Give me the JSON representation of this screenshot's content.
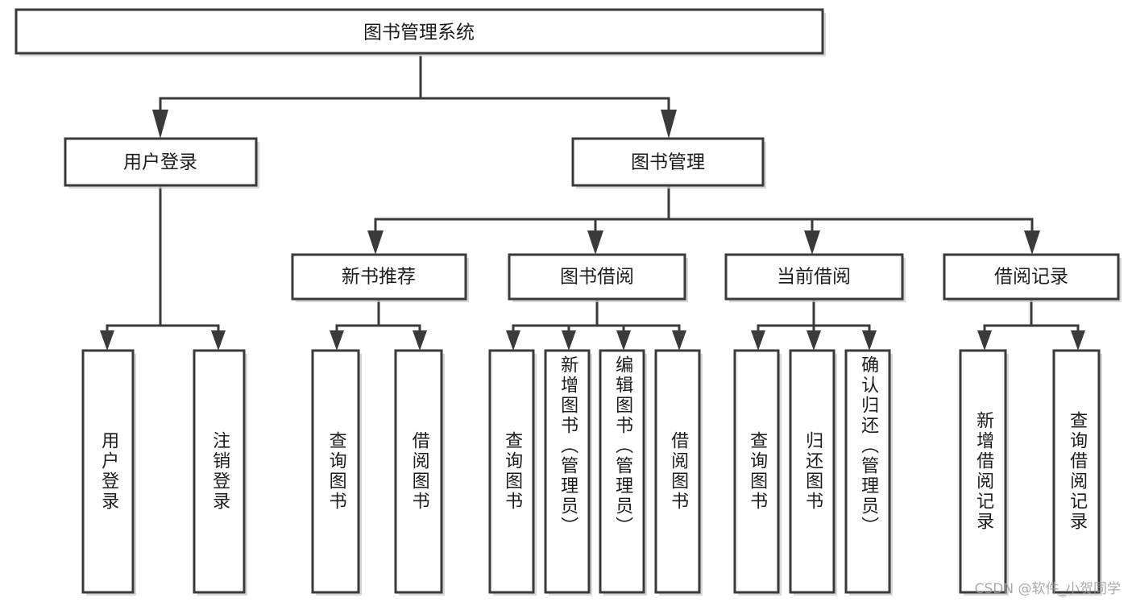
{
  "diagram": {
    "type": "tree",
    "title": "图书管理系统",
    "orientation": "top-down",
    "root": {
      "id": "root",
      "label": "图书管理系统",
      "level": 0
    },
    "levels": [
      {
        "level": 1,
        "nodes": [
          {
            "id": "user-login",
            "label": "用户登录"
          },
          {
            "id": "book-manage",
            "label": "图书管理"
          }
        ]
      },
      {
        "level": 2,
        "parent": "book-manage",
        "nodes": [
          {
            "id": "new-book-recommend",
            "label": "新书推荐"
          },
          {
            "id": "book-borrow",
            "label": "图书借阅"
          },
          {
            "id": "current-borrow",
            "label": "当前借阅"
          },
          {
            "id": "borrow-record",
            "label": "借阅记录"
          }
        ]
      }
    ],
    "leaf_groups": [
      {
        "parent": "user-login",
        "leaves": [
          {
            "id": "leaf-user-login",
            "label": "用户登录"
          },
          {
            "id": "leaf-user-logout",
            "label": "注销登录"
          }
        ]
      },
      {
        "parent": "new-book-recommend",
        "leaves": [
          {
            "id": "leaf-query-book-1",
            "label": "查询图书"
          },
          {
            "id": "leaf-borrow-book-1",
            "label": "借阅图书"
          }
        ]
      },
      {
        "parent": "book-borrow",
        "leaves": [
          {
            "id": "leaf-query-book-2",
            "label": "查询图书"
          },
          {
            "id": "leaf-add-book",
            "label": "新增图书（管理员）"
          },
          {
            "id": "leaf-edit-book",
            "label": "编辑图书（管理员）"
          },
          {
            "id": "leaf-borrow-book-2",
            "label": "借阅图书"
          }
        ]
      },
      {
        "parent": "current-borrow",
        "leaves": [
          {
            "id": "leaf-query-book-3",
            "label": "查询图书"
          },
          {
            "id": "leaf-return-book",
            "label": "归还图书"
          },
          {
            "id": "leaf-confirm-return",
            "label": "确认归还（管理员）"
          }
        ]
      },
      {
        "parent": "borrow-record",
        "leaves": [
          {
            "id": "leaf-add-record",
            "label": "新增借阅记录"
          },
          {
            "id": "leaf-query-record",
            "label": "查询借阅记录"
          }
        ]
      }
    ],
    "colors": {
      "background": "#ffffff",
      "box_fill": "#ffffff",
      "box_stroke": "#3a3a3a",
      "connector": "#3a3a3a",
      "text": "#1c1c1c",
      "shadow": "#c9c9c9",
      "watermark": "#9b9b9b"
    }
  },
  "watermark": {
    "text": "CSDN @软件_小贺同学"
  }
}
